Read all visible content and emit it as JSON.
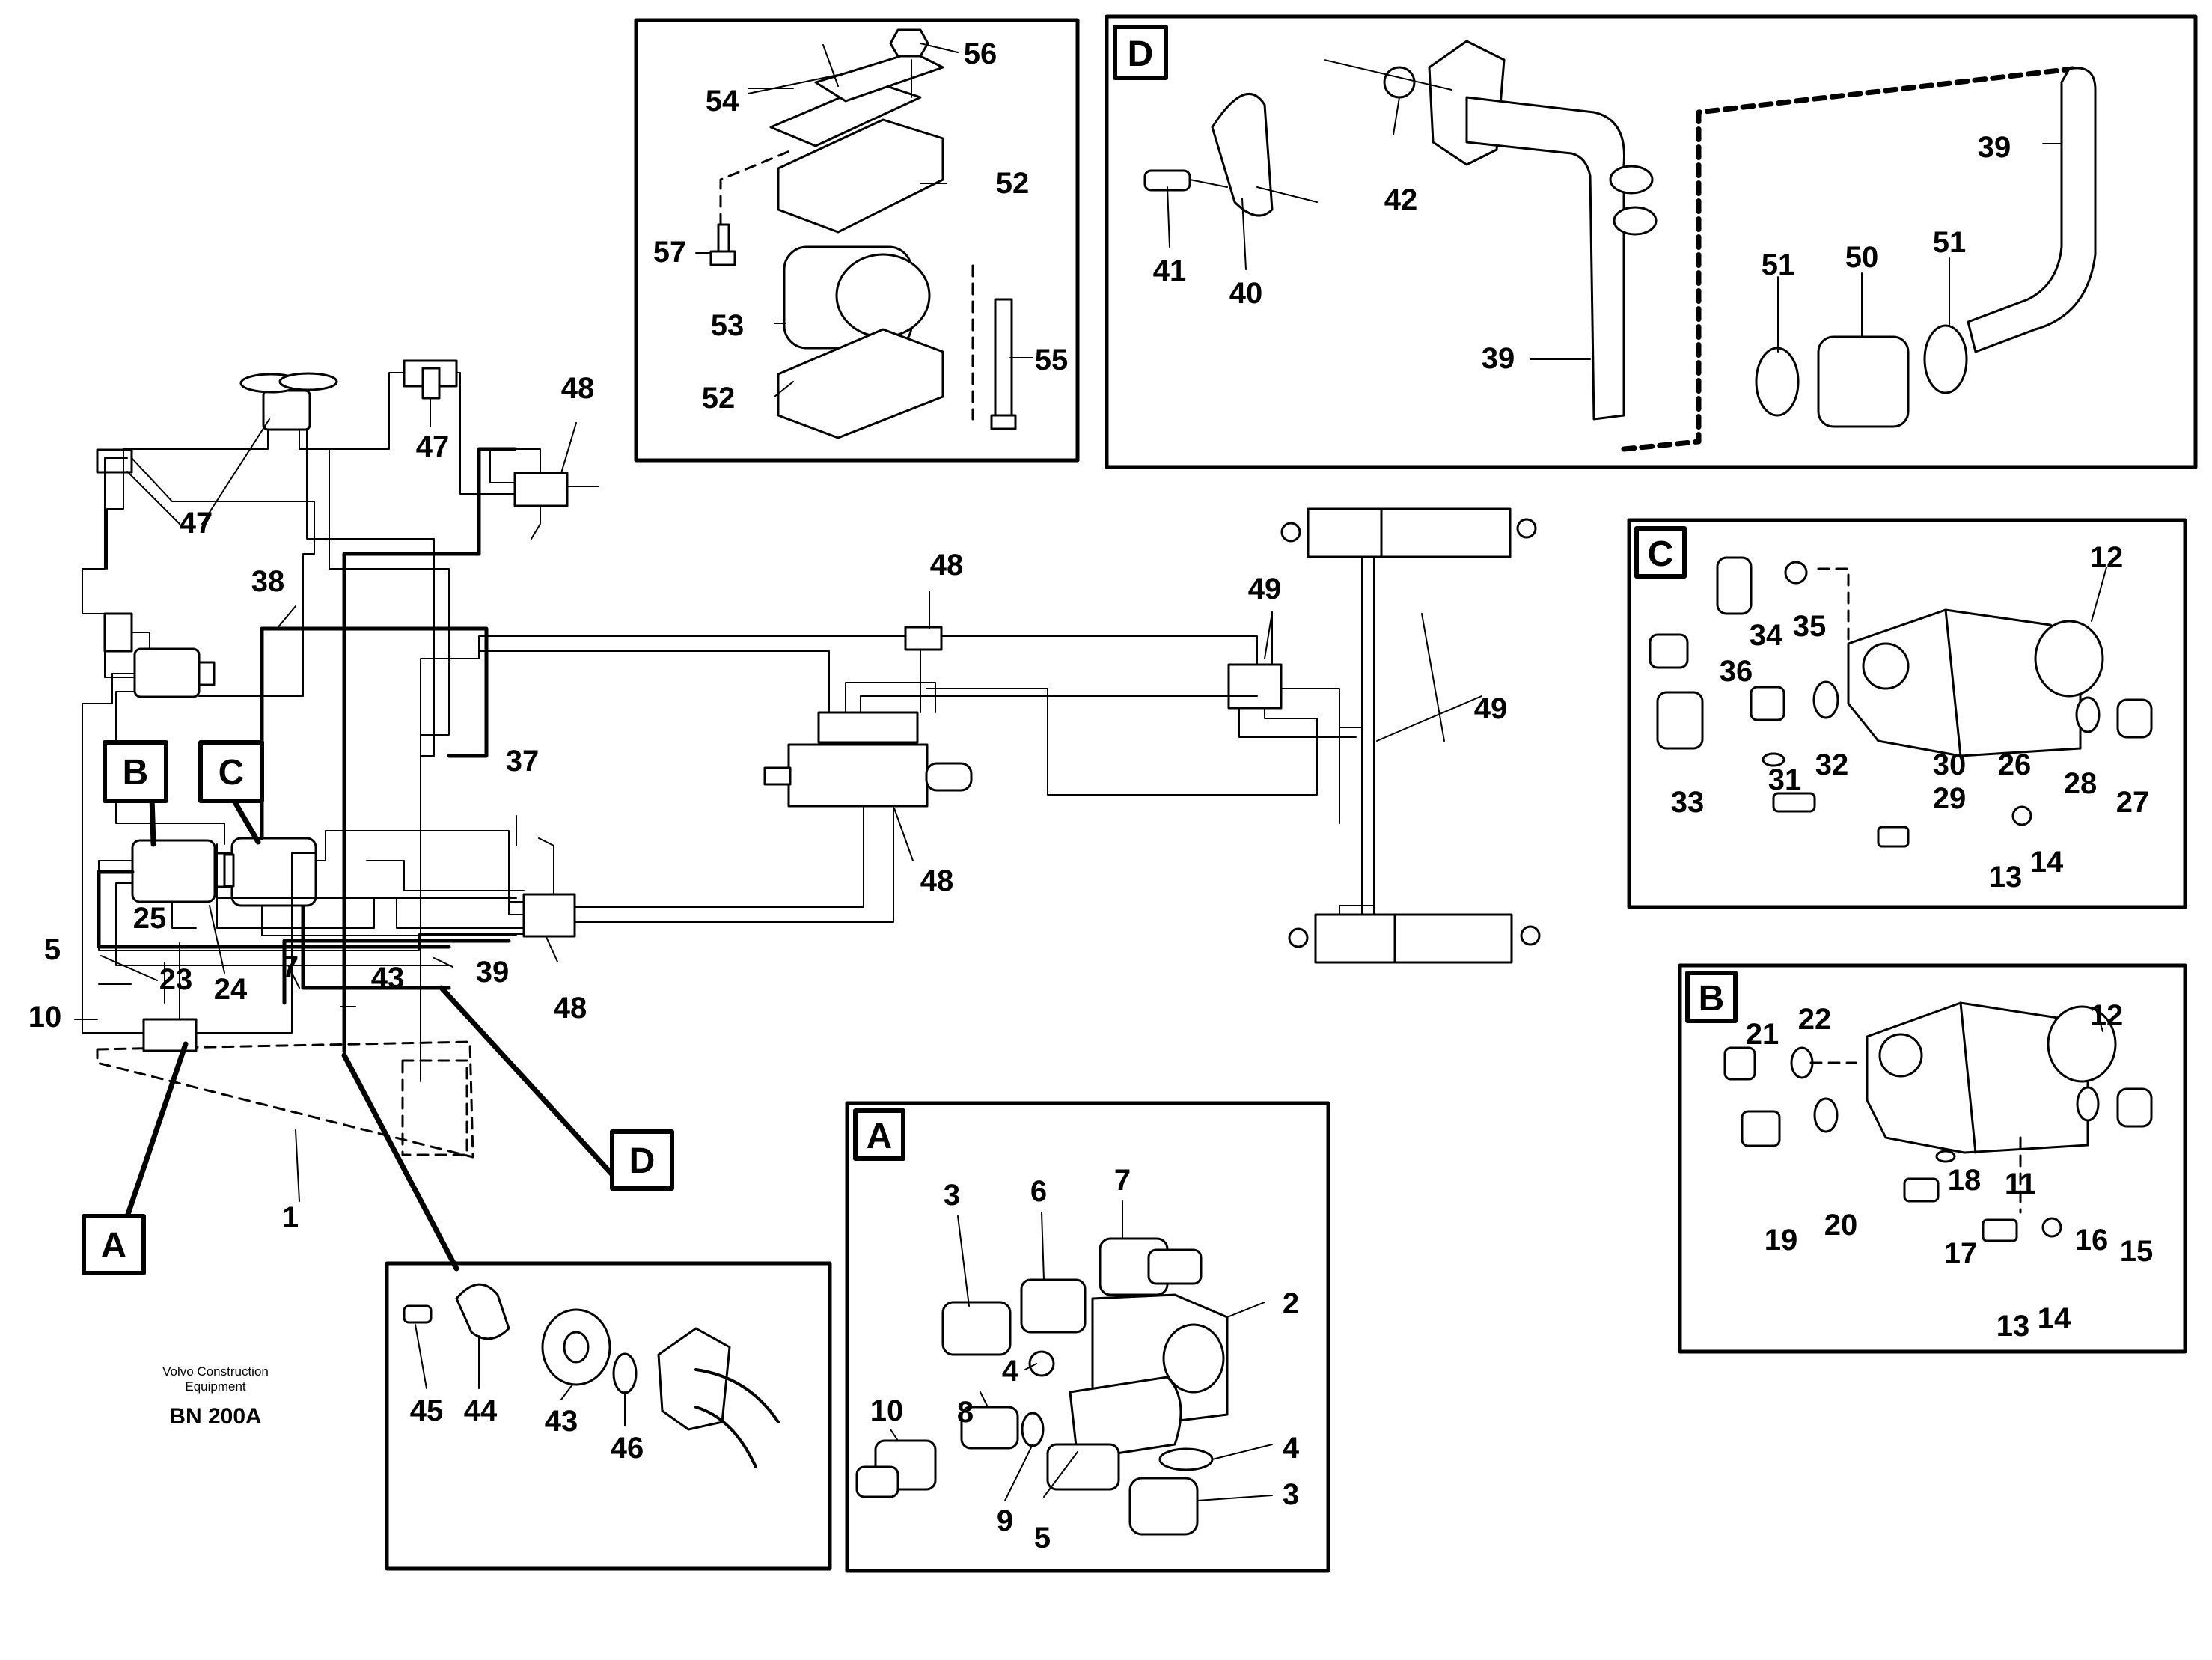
{
  "caption": {
    "brand_line1": "Volvo Construction",
    "brand_line2": "Equipment",
    "code": "BN 200A"
  },
  "detail_labels": {
    "a": "A",
    "b": "B",
    "c": "C",
    "d": "D"
  },
  "main_labels": {
    "n1": "1",
    "n5": "5",
    "n7": "7",
    "n10": "10",
    "n23": "23",
    "n24": "24",
    "n25": "25",
    "n37": "37",
    "n38": "38",
    "n39": "39",
    "n43": "43",
    "n47a": "47",
    "n47b": "47",
    "n48a": "48",
    "n48b": "48",
    "n48c": "48",
    "n48d": "48",
    "n49a": "49",
    "n49b": "49"
  },
  "detail_top": {
    "n52a": "52",
    "n52b": "52",
    "n53": "53",
    "n54": "54",
    "n55": "55",
    "n56": "56",
    "n57": "57"
  },
  "detail_d": {
    "n39a": "39",
    "n39b": "39",
    "n40": "40",
    "n41": "41",
    "n42": "42",
    "n50": "50",
    "n51a": "51",
    "n51b": "51"
  },
  "detail_c": {
    "n12": "12",
    "n13": "13",
    "n14": "14",
    "n26": "26",
    "n27": "27",
    "n28": "28",
    "n29": "29",
    "n30": "30",
    "n31": "31",
    "n32": "32",
    "n33": "33",
    "n34": "34",
    "n35": "35",
    "n36": "36"
  },
  "detail_b": {
    "n11": "11",
    "n12": "12",
    "n13": "13",
    "n14": "14",
    "n15": "15",
    "n16": "16",
    "n17": "17",
    "n18": "18",
    "n19": "19",
    "n20": "20",
    "n21": "21",
    "n22": "22"
  },
  "detail_a": {
    "n2": "2",
    "n3a": "3",
    "n3b": "3",
    "n4a": "4",
    "n4b": "4",
    "n5": "5",
    "n6": "6",
    "n7": "7",
    "n8": "8",
    "n9": "9",
    "n10": "10"
  },
  "detail_bottom": {
    "n43": "43",
    "n44": "44",
    "n45": "45",
    "n46": "46"
  }
}
